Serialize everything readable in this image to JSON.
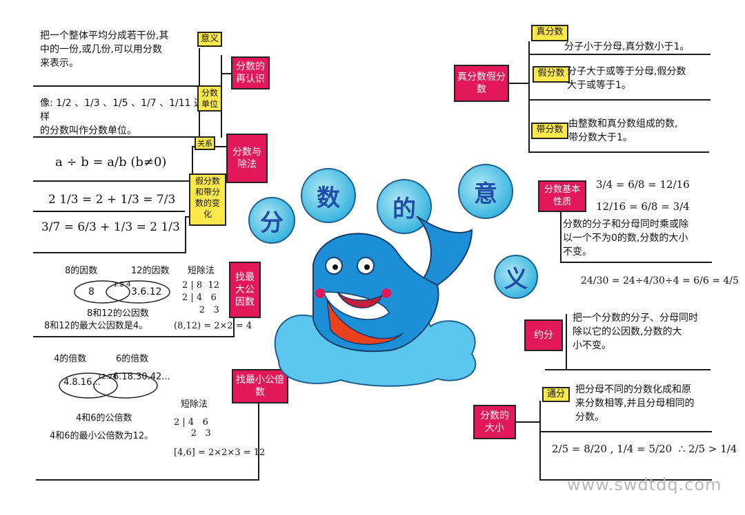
{
  "title": {
    "chars": [
      "分",
      "数",
      "的",
      "意",
      "义"
    ]
  },
  "left": {
    "s1": {
      "tag": "意义",
      "text": "把一个整体平均分成若干份,其\n中的一份,或几份,可以用分数\n来表示。",
      "red_tag": "分数的再认识"
    },
    "s2": {
      "tag": "分数单位",
      "text": "像: 1/2 、1/3 、1/5 、1/7 、1/11 这样\n的分数叫作分数单位。"
    },
    "s3": {
      "tag": "关系",
      "red_tag": "分数与除法",
      "formula": "a ÷ b = a/b (b≠0)"
    },
    "s4": {
      "tag": "假分数和带分数的变化",
      "eq1": "2 1/3 = 2 + 1/3 = 7/3",
      "eq2": "3/7 = 6/3 + 1/3 = 2 1/3"
    },
    "s5": {
      "red_tag": "找最大公因数",
      "label_a": "8的因数",
      "label_b": "12的因数",
      "set_a": "8",
      "set_mid": "1.2.4",
      "set_b": "3.6.12",
      "common": "8和12的公因数",
      "conclusion": "8和12的最大公因数是4。",
      "method": "短除法",
      "div_rows": [
        "2 | 8  12",
        "2 | 4   6",
        "      2   3"
      ],
      "result": "(8,12) = 2×2 = 4"
    },
    "s6": {
      "red_tag": "找最小公倍数",
      "label_a": "4的倍数",
      "label_b": "6的倍数",
      "set_a": "4.8.16...",
      "set_mid": "12.24",
      "set_b": "6.18.30.42...",
      "common": "4和6的公倍数",
      "conclusion": "4和6的最小公倍数为12。",
      "method": "短除法",
      "div_rows": [
        "2 | 4   6",
        "      2   3"
      ],
      "result": "[4,6] = 2×2×3 = 12"
    }
  },
  "right": {
    "r1": {
      "red_tag": "真分数假分数",
      "tag1": "真分数",
      "text1": "分子小于分母,真分数小于1。",
      "tag2": "假分数",
      "text2": "分子大于或等于分母,假分数\n大于或等于1。",
      "tag3": "带分数",
      "text3": "由整数和真分数组成的数,\n带分数大于1。"
    },
    "r2": {
      "red_tag": "分数基本性质",
      "eq1": "3/4 = 6/8 = 12/16",
      "eq2": "12/16 = 6/8 = 3/4",
      "text": "分数的分子和分母同时乘或除\n以一个不为0的数,分数的大小\n不变。",
      "eq3": "24/30 = 24÷4/30÷4 = 6/6 = 4/5"
    },
    "r3": {
      "red_tag": "约分",
      "text": "把一个分数的分子、分母同时\n除以它的公因数,分数的大\n小不变。"
    },
    "r4": {
      "red_tag": "分数的大小",
      "tag": "通分",
      "text": "把分母不同的分数化成和原\n来分数相等,并且分母相同的\n分数。",
      "eq": "2/5 = 8/20 , 1/4 = 5/20  ∴ 2/5 > 1/4"
    }
  },
  "watermark": "www.swdtdq.com",
  "colors": {
    "red_tag": "#e3185b",
    "yellow_tag": "#ffe94a",
    "bubble": "#3fb7e0",
    "whale": "#1d8fd6"
  }
}
